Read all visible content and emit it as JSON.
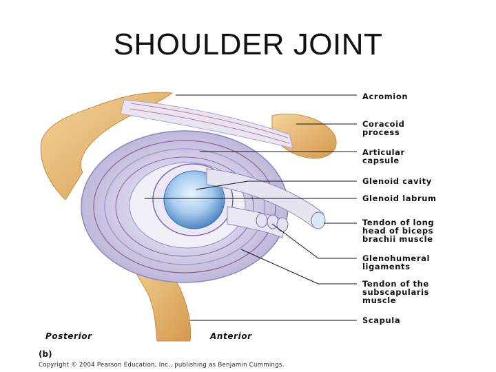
{
  "title": "SHOULDER JOINT",
  "labels": [
    {
      "id": "acromion",
      "text": "Acromion"
    },
    {
      "id": "coracoid",
      "text": "Coracoid\nprocess"
    },
    {
      "id": "capsule",
      "text": "Articular\ncapsule"
    },
    {
      "id": "glenoid-cavity",
      "text": "Glenoid cavity"
    },
    {
      "id": "glenoid-labrum",
      "text": "Glenoid labrum"
    },
    {
      "id": "biceps-tendon",
      "text": "Tendon of long\nhead of biceps\nbrachii muscle"
    },
    {
      "id": "glenohumeral",
      "text": "Glenohumeral\nligaments"
    },
    {
      "id": "subscapularis",
      "text": "Tendon of the\nsubscapularis\nmuscle"
    },
    {
      "id": "scapula",
      "text": "Scapula"
    }
  ],
  "view_labels": {
    "posterior": "Posterior",
    "anterior": "Anterior"
  },
  "part_label": "(b)",
  "copyright": "Copyright © 2004 Pearson Education, Inc., publishing as Benjamin Cummings.",
  "colors": {
    "bone": "#e8b870",
    "capsule": "#c9c4e0",
    "cavity": "#9cc4ea",
    "ligament": "#e4e2f0"
  }
}
